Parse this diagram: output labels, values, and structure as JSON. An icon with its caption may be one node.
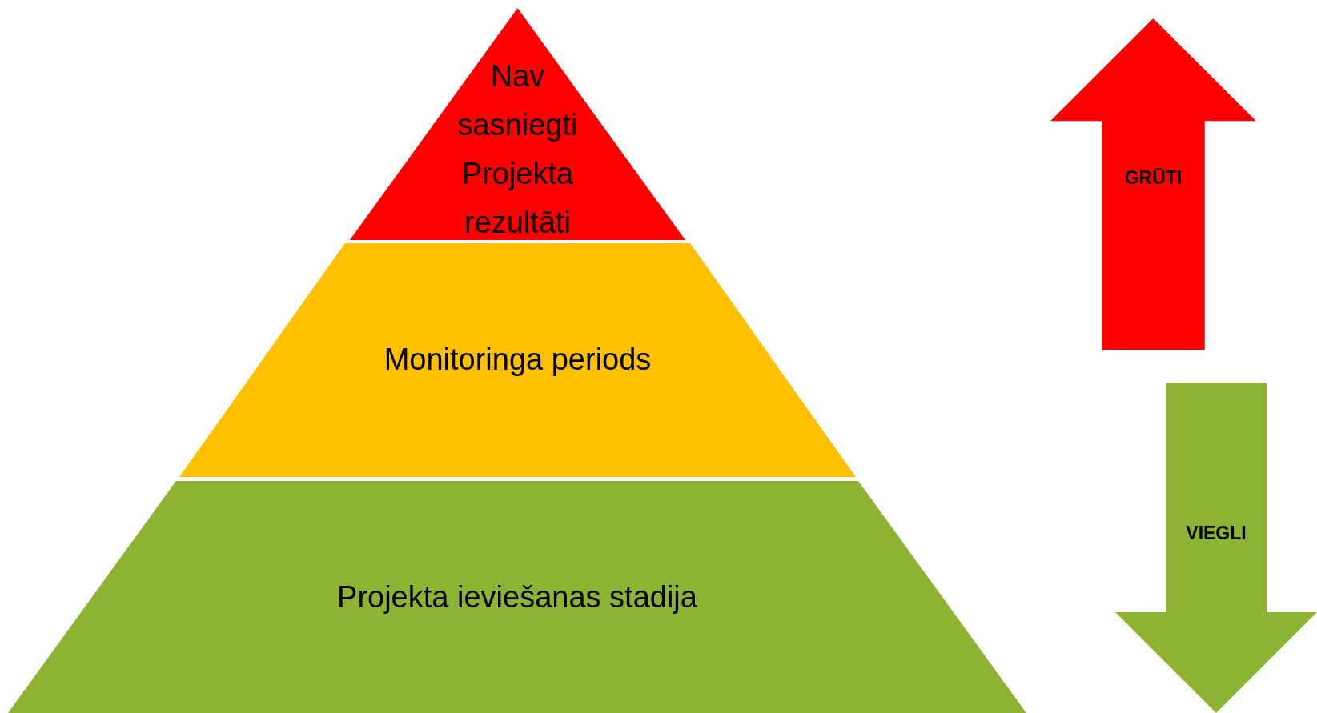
{
  "diagram": {
    "nodes": [
      {
        "text": [
          "Nav sasniegti Projekta rezultāti"
        ]
      },
      {
        "text": [
          "Monitoringa periods"
        ]
      },
      {
        "text": [
          "Projekta ieviešanas stadija"
        ]
      },
      {
        "text": [
          "GRŪTI"
        ]
      },
      {
        "text": [
          "VIEGLI"
        ]
      }
    ]
  }
}
